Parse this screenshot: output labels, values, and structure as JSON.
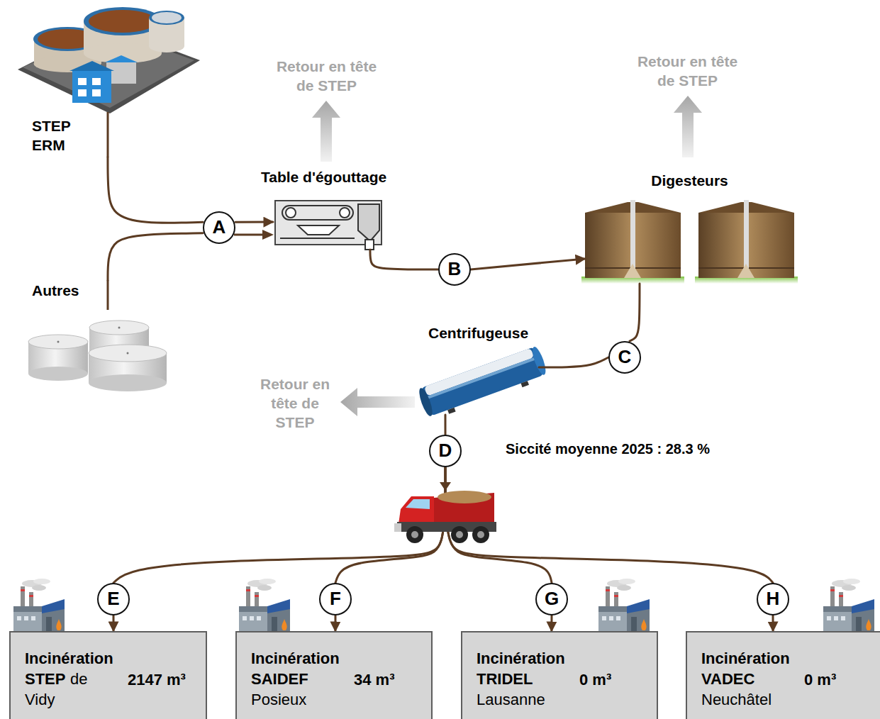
{
  "diagram": {
    "nodes": [
      {
        "text": [
          "STEP ERM"
        ]
      },
      {
        "text": [
          "Table d'égouttage"
        ]
      },
      {
        "text": [
          "Digesteurs"
        ]
      },
      {
        "text": [
          "A"
        ]
      },
      {
        "text": [
          "Autres"
        ]
      },
      {
        "text": [
          "B"
        ]
      },
      {
        "text": [
          "Centrifugeuse"
        ]
      },
      {
        "text": [
          "C"
        ]
      },
      {
        "text": [
          "D"
        ]
      },
      {
        "text": [
          "E"
        ]
      },
      {
        "text": [
          "F"
        ]
      },
      {
        "text": [
          "G"
        ]
      },
      {
        "text": [
          "H"
        ]
      },
      {
        "text": [
          "Incinération STEP",
          "de Vidy",
          "2147 m³"
        ]
      },
      {
        "text": [
          "Incinération SAIDEF",
          "Posieux",
          "34 m³"
        ]
      },
      {
        "text": [
          "Incinération TRIDEL",
          "Lausanne",
          "0 m³"
        ]
      },
      {
        "text": [
          "Incinération VADEC",
          "Neuchâtel",
          "0 m³"
        ]
      }
    ],
    "edges": [
      {
        "from": 0,
        "to": 3,
        "arrow": "none"
      },
      {
        "from": 4,
        "to": 3,
        "arrow": "none"
      },
      {
        "from": 3,
        "to": 1,
        "arrow": "to"
      },
      {
        "from": 1,
        "to": 5,
        "arrow": "none"
      },
      {
        "from": 5,
        "to": 2,
        "arrow": "to"
      },
      {
        "from": 2,
        "to": 7,
        "arrow": "none"
      },
      {
        "from": 7,
        "to": 6,
        "arrow": "none"
      },
      {
        "from": 6,
        "to": 8,
        "arrow": "none"
      },
      {
        "from": 8,
        "to": 9,
        "arrow": "none"
      },
      {
        "from": 8,
        "to": 10,
        "arrow": "none"
      },
      {
        "from": 8,
        "to": 11,
        "arrow": "none"
      },
      {
        "from": 8,
        "to": 12,
        "arrow": "none"
      },
      {
        "from": 9,
        "to": 13,
        "arrow": "to"
      },
      {
        "from": 10,
        "to": 14,
        "arrow": "to"
      },
      {
        "from": 11,
        "to": 15,
        "arrow": "to"
      },
      {
        "from": 12,
        "to": 16,
        "arrow": "to"
      }
    ],
    "labels": [
      "Retour en tête de STEP",
      "Retour en tête de STEP",
      "Retour en tête de STEP",
      "Siccité moyenne 2025 : 28.3 %"
    ]
  }
}
